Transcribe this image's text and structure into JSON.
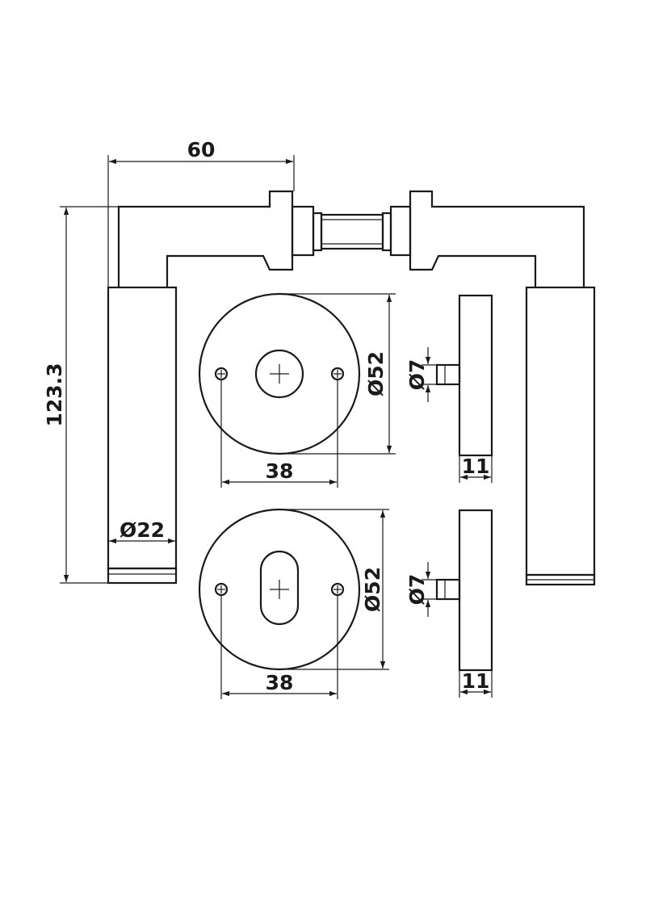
{
  "drawing": {
    "dimensions": {
      "lever_projection": "60",
      "lever_height": "123.3",
      "grip_diameter": "Ø22",
      "rose_diameter_top": "Ø52",
      "screw_spacing_top": "38",
      "rose_diameter_bottom": "Ø52",
      "screw_spacing_bottom": "38",
      "pin_diameter_top": "Ø7",
      "rose_thickness_top": "11",
      "pin_diameter_bottom": "Ø7",
      "rose_thickness_bottom": "11"
    },
    "colors": {
      "line": "#1a1a1a",
      "background": "#ffffff"
    }
  }
}
